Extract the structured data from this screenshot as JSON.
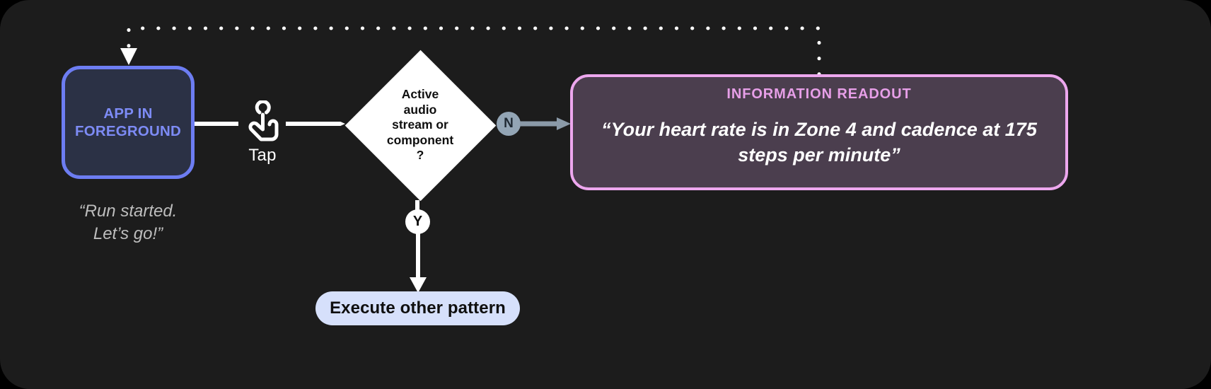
{
  "canvas": {
    "background": "#1c1c1c",
    "page_background": "#000000"
  },
  "nodes": {
    "app": {
      "label": "APP IN\nFOREGROUND",
      "caption": "“Run started.\nLet’s go!”",
      "border_color": "#6d7df2",
      "fill_color": "#2b3145",
      "text_color": "#7d8bf5"
    },
    "tap": {
      "label": "Tap",
      "icon": "tap-gesture-icon"
    },
    "decision": {
      "label": "Active\naudio\nstream or\ncomponent\n?",
      "fill_color": "#ffffff",
      "text_color": "#0f0f0f"
    },
    "pattern": {
      "label": "Execute other pattern",
      "fill_color": "#d6e0fb",
      "text_color": "#0f0f0f"
    },
    "readout": {
      "title": "INFORMATION READOUT",
      "body": "“Your heart rate is in Zone 4 and cadence at 175 steps per minute”",
      "border_color": "#eda7ee",
      "fill_color": "#4b3e4e",
      "title_color": "#e79fe8",
      "body_color": "#ffffff"
    }
  },
  "branches": {
    "no": {
      "label": "N",
      "badge_color": "#93a5b5",
      "badge_text_color": "#1f2933",
      "arrow_color": "#8b9aa8"
    },
    "yes": {
      "label": "Y",
      "badge_color": "#ffffff",
      "badge_text_color": "#0f0f0f",
      "arrow_color": "#ffffff"
    }
  },
  "edges": {
    "connector_color": "#ffffff",
    "feedback_style": "dotted",
    "feedback_color": "#ffffff"
  }
}
